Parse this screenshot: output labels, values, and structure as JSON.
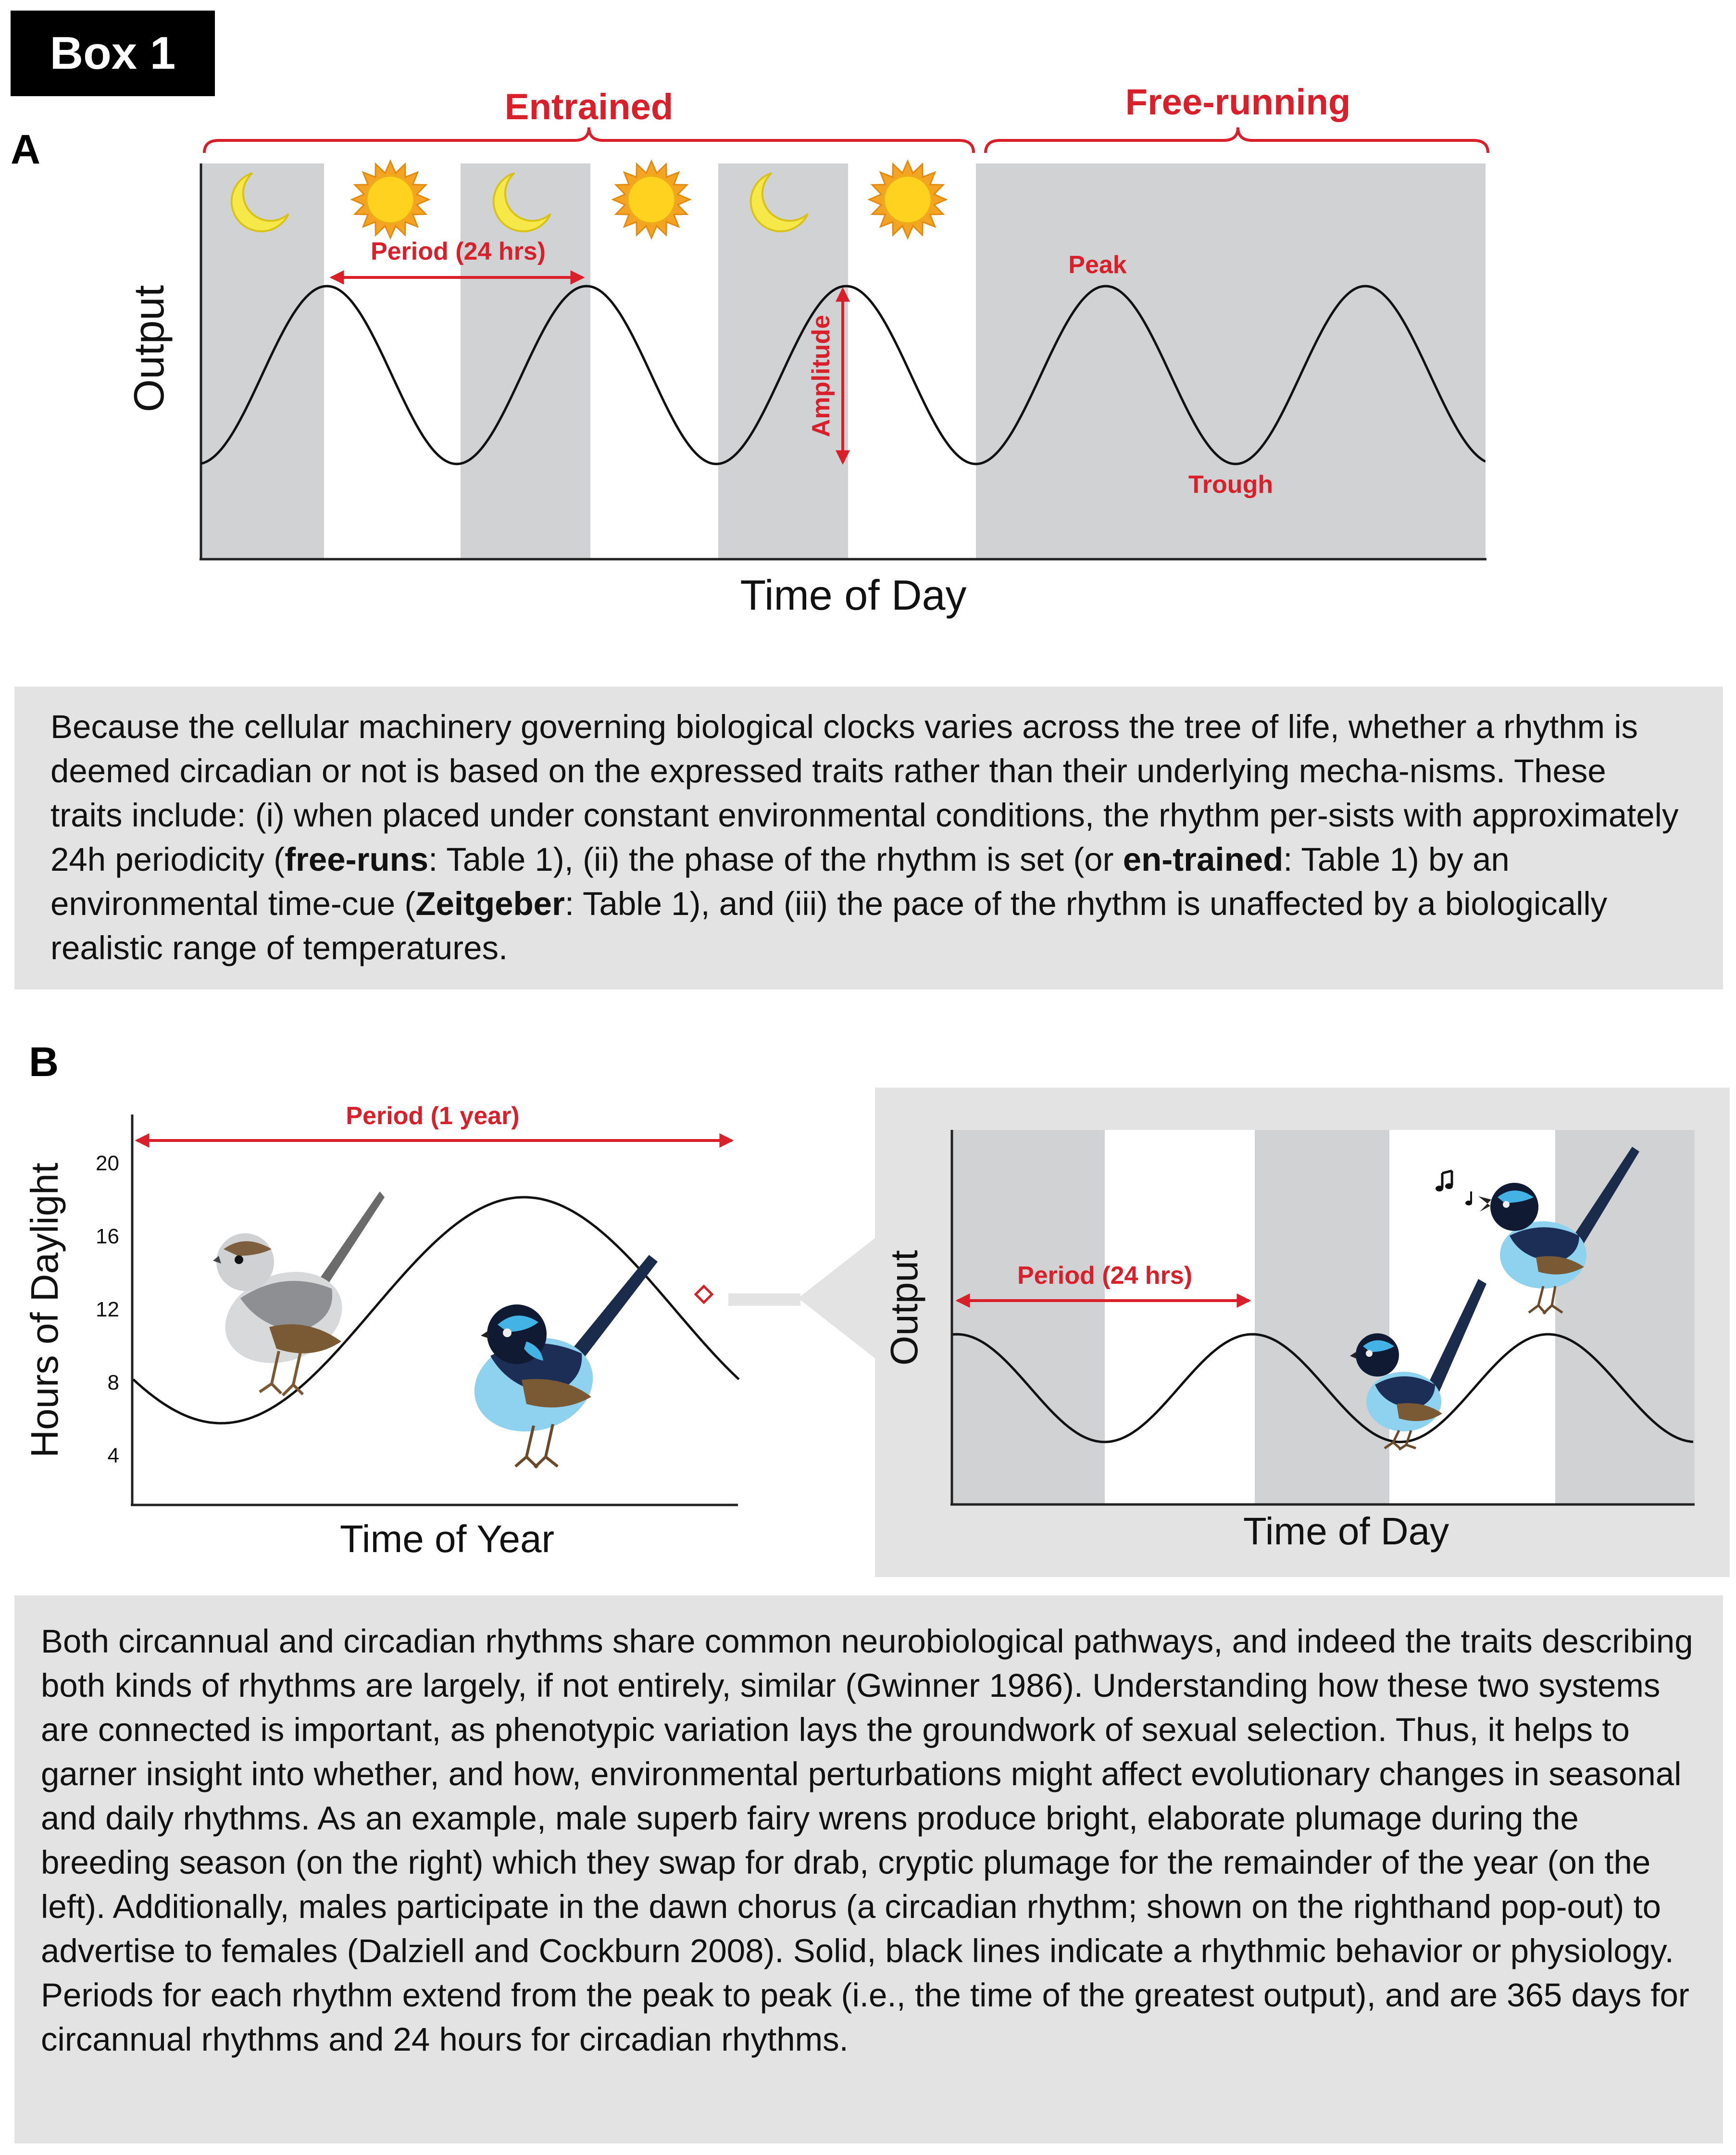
{
  "box_label": "Box 1",
  "panel_a": {
    "letter": "A",
    "entrained_label": "Entrained",
    "free_running_label": "Free-running",
    "period_label": "Period (24 hrs)",
    "amplitude_label": "Amplitude",
    "peak_label": "Peak",
    "trough_label": "Trough",
    "y_label": "Output",
    "x_label": "Time of Day"
  },
  "text_a": {
    "runs": [
      {
        "t": "Because the cellular machinery governing biological clocks varies across the tree of life, whether a rhythm is deemed circadian or not is based on the expressed traits rather than their underlying mecha-nisms. These traits include: (i) when placed under constant environmental conditions, the rhythm per-sists with approximately 24h periodicity (",
        "b": false
      },
      {
        "t": "free-runs",
        "b": true
      },
      {
        "t": ": Table 1), (ii) the phase of the rhythm is set (or ",
        "b": false
      },
      {
        "t": "en-trained",
        "b": true
      },
      {
        "t": ": Table 1) by an environmental time-cue (",
        "b": false
      },
      {
        "t": "Zeitgeber",
        "b": true
      },
      {
        "t": ": Table 1), and (iii) the pace of the rhythm is unaffected by a biologically realistic range of temperatures.",
        "b": false
      }
    ]
  },
  "panel_b": {
    "letter": "B",
    "year_chart": {
      "period_label": "Period (1 year)",
      "y_label": "Hours of Daylight",
      "x_label": "Time of Year",
      "y_ticks": [
        "20",
        "16",
        "12",
        "8",
        "4"
      ]
    },
    "day_chart": {
      "period_label": "Period (24 hrs)",
      "y_label": "Output",
      "x_label": "Time of Day"
    }
  },
  "text_b": {
    "text": "Both circannual and circadian rhythms share common neurobiological pathways, and indeed the traits describing both kinds of rhythms are largely, if not entirely, similar (Gwinner 1986). Understanding how these two systems are connected is important, as phenotypic variation lays the groundwork of sexual selection. Thus, it helps to garner insight into whether, and how, environmental perturbations might affect evolutionary changes in seasonal and daily rhythms. As an example, male superb fairy wrens produce bright, elaborate plumage during the breeding season (on the right) which they swap for drab, cryptic plumage for the remainder of the year (on the left). Additionally, males participate in the dawn chorus (a circadian rhythm; shown on the righthand pop-out) to advertise to females (Dalziell and Cockburn 2008). Solid, black lines indicate a rhythmic behavior or physiology. Periods for each rhythm extend from the peak to peak (i.e., the time of the greatest output), and are 365 days for circannual rhythms and 24 hours for circadian rhythms."
  },
  "colors": {
    "accent_red": "#d81f2a",
    "night_gray": "#d1d2d4",
    "panel_gray": "#e3e3e3",
    "moon_yellow": "#f7e84a",
    "sun_orange": "#f4a322"
  }
}
